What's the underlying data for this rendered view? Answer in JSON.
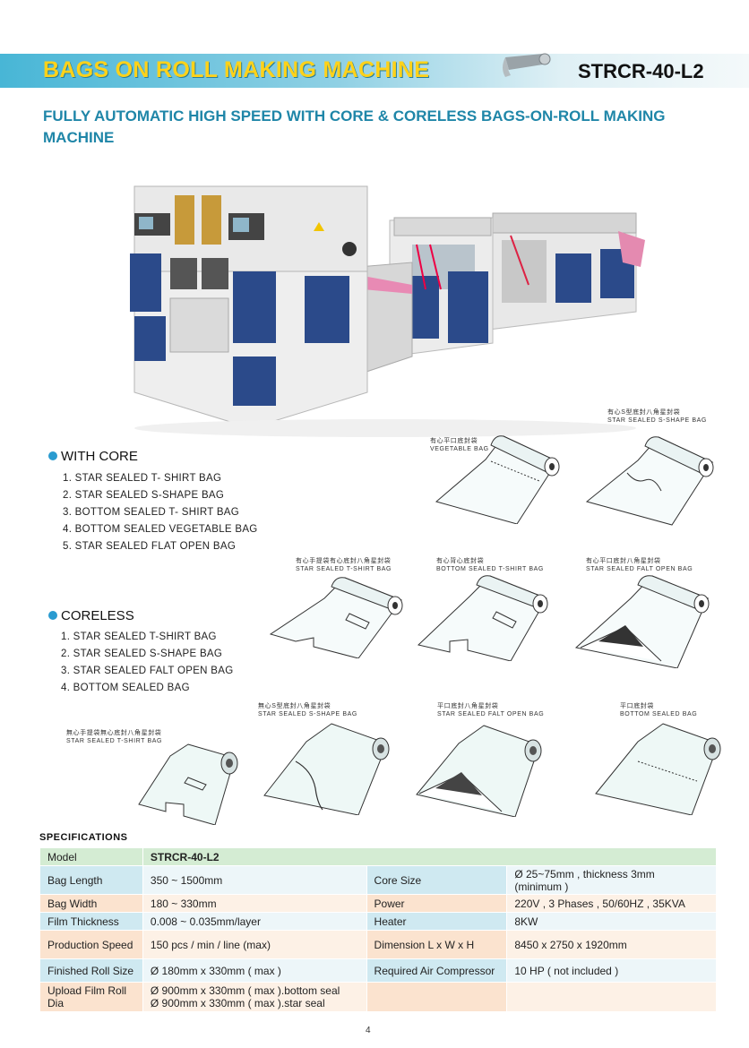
{
  "header": {
    "title": "BAGS ON ROLL MAKING MACHINE",
    "model": "STRCR-40-L2"
  },
  "subtitle": "FULLY AUTOMATIC HIGH SPEED WITH CORE & CORELESS BAGS-ON-ROLL MAKING MACHINE",
  "with_core": {
    "heading": "WITH CORE",
    "items": [
      "1. STAR SEALED T- SHIRT BAG",
      "2. STAR SEALED S-SHAPE BAG",
      "3. BOTTOM SEALED T- SHIRT BAG",
      "4. BOTTOM SEALED VEGETABLE BAG",
      "5. STAR SEALED FLAT OPEN BAG"
    ]
  },
  "coreless": {
    "heading": "CORELESS",
    "items": [
      "1. STAR SEALED T-SHIRT BAG",
      "2. STAR SEALED S-SHAPE BAG",
      "3. STAR SEALED FALT OPEN BAG",
      "4. BOTTOM SEALED BAG"
    ]
  },
  "bags": {
    "vegetable": {
      "cn": "有心平口底封袋",
      "en": "VEGETABLE BAG"
    },
    "core_s_shape": {
      "cn": "有心S型底封八角星封袋",
      "en": "STAR SEALED S-SHAPE BAG"
    },
    "core_tshirt": {
      "cn": "有心手提袋有心底封八角星封袋",
      "en": "STAR SEALED T-SHIRT BAG"
    },
    "core_bottom_tshirt": {
      "cn": "有心背心底封袋",
      "en": "BOTTOM SEALED T-SHIRT BAG"
    },
    "core_flat_open": {
      "cn": "有心平口底封八角星封袋",
      "en": "STAR SEALED FALT OPEN BAG"
    },
    "coreless_tshirt": {
      "cn": "無心手提袋無心底封八角星封袋",
      "en": "STAR SEALED T-SHIRT BAG"
    },
    "coreless_s_shape": {
      "cn": "無心S型底封八角星封袋",
      "en": "STAR SEALED S-SHAPE BAG"
    },
    "coreless_flat_open": {
      "cn": "平口底封八角星封袋",
      "en": "STAR SEALED FALT OPEN BAG"
    },
    "coreless_bottom": {
      "cn": "平口底封袋",
      "en": "BOTTOM SEALED BAG"
    }
  },
  "specs": {
    "heading": "SPECIFICATIONS",
    "model_label": "Model",
    "model_value": "STRCR-40-L2",
    "rows": [
      {
        "l1": "Bag Length",
        "v1": "350 ~ 1500mm",
        "l2": "Core Size",
        "v2a": "Ø 25~75mm , thickness 3mm",
        "v2b": "(minimum )"
      },
      {
        "l1": "Bag Width",
        "v1": "180 ~ 330mm",
        "l2": "Power",
        "v2": "220V , 3 Phases , 50/60HZ , 35KVA"
      },
      {
        "l1": "Film Thickness",
        "v1": "0.008 ~ 0.035mm/layer",
        "l2": "Heater",
        "v2": "8KW"
      },
      {
        "l1": "Production Speed",
        "v1": "150 pcs / min / line (max)",
        "l2": "Dimension L x W x H",
        "v2": "8450 x 2750 x 1920mm"
      },
      {
        "l1": "Finished Roll Size",
        "v1": "Ø 180mm x 330mm ( max )",
        "l2": "Required Air Compressor",
        "v2": "10 HP ( not included )"
      },
      {
        "l1": "Upload Film Roll Dia",
        "v1a": "Ø 900mm x 330mm ( max ).bottom seal",
        "v1b": "Ø 900mm x 330mm ( max ).star seal"
      }
    ]
  },
  "page_number": "4"
}
